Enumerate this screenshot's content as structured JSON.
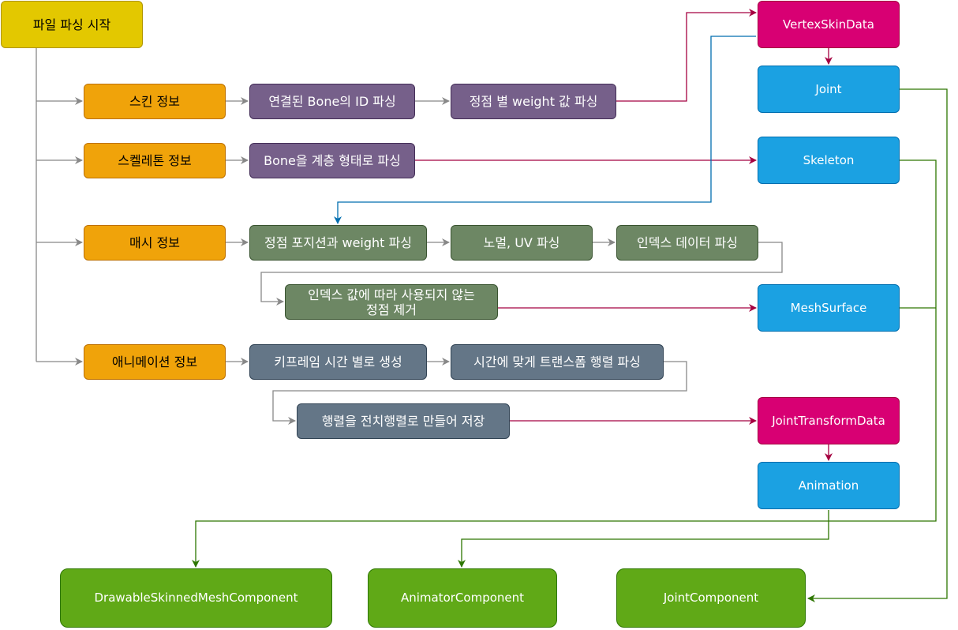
{
  "nodes": {
    "start": "파일 파싱 시작",
    "skin_info": "스킨 정보",
    "skeleton_info": "스켈레톤 정보",
    "mesh_info": "매시 정보",
    "anim_info": "애니메이션 정보",
    "parse_bone_id": "연결된 Bone의 ID 파싱",
    "parse_weight": "정점 별 weight 값 파싱",
    "parse_bone_hierarchy": "Bone을 계층 형태로 파싱",
    "parse_pos_weight": "정점 포지션과 weight 파싱",
    "parse_normal_uv": "노멀, UV 파싱",
    "parse_index": "인덱스 데이터 파싱",
    "remove_unused_line1": "인덱스 값에 따라 사용되지 않는",
    "remove_unused_line2": "정점 제거",
    "keyframe_gen": "키프레임 시간 별로 생성",
    "parse_transform": "시간에 맞게 트랜스폼 행렬 파싱",
    "save_transposed": "행렬을 전치행렬로 만들어 저장",
    "vertex_skin_data": "VertexSkinData",
    "joint": "Joint",
    "skeleton": "Skeleton",
    "mesh_surface": "MeshSurface",
    "joint_transform_data": "JointTransformData",
    "animation": "Animation",
    "drawable_skinned_mesh_component": "DrawableSkinnedMeshComponent",
    "animator_component": "AnimatorComponent",
    "joint_component": "JointComponent"
  },
  "colors": {
    "connector_gray": "#888888",
    "connector_crimson": "#a50040",
    "connector_blue": "#006eaf",
    "connector_green": "#2d7600"
  }
}
